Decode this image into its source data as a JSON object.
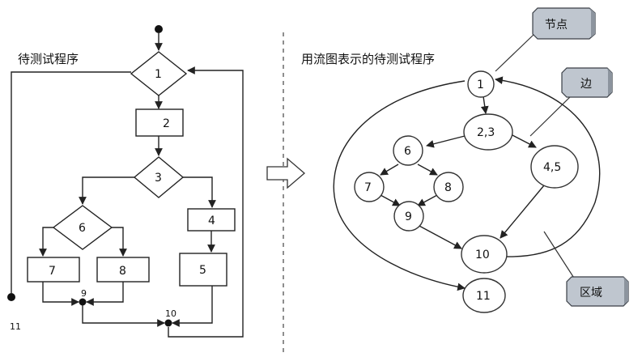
{
  "left": {
    "title": "待测试程序",
    "nodes": {
      "n1": "1",
      "n2": "2",
      "n3": "3",
      "n4": "4",
      "n5": "5",
      "n6": "6",
      "n7": "7",
      "n8": "8",
      "n9": "9",
      "n10": "10",
      "n11": "11"
    }
  },
  "right": {
    "title": "用流图表示的待测试程序",
    "nodes": {
      "n1": "1",
      "n23": "2,3",
      "n45": "4,5",
      "n6": "6",
      "n7": "7",
      "n8": "8",
      "n9": "9",
      "n10": "10",
      "n11": "11"
    }
  },
  "callouts": {
    "node": "节点",
    "edge": "边",
    "region": "区域"
  },
  "colors": {
    "line": "#222222",
    "callout_fill": "#bfc6cf",
    "callout_stroke": "#3a3f46"
  }
}
